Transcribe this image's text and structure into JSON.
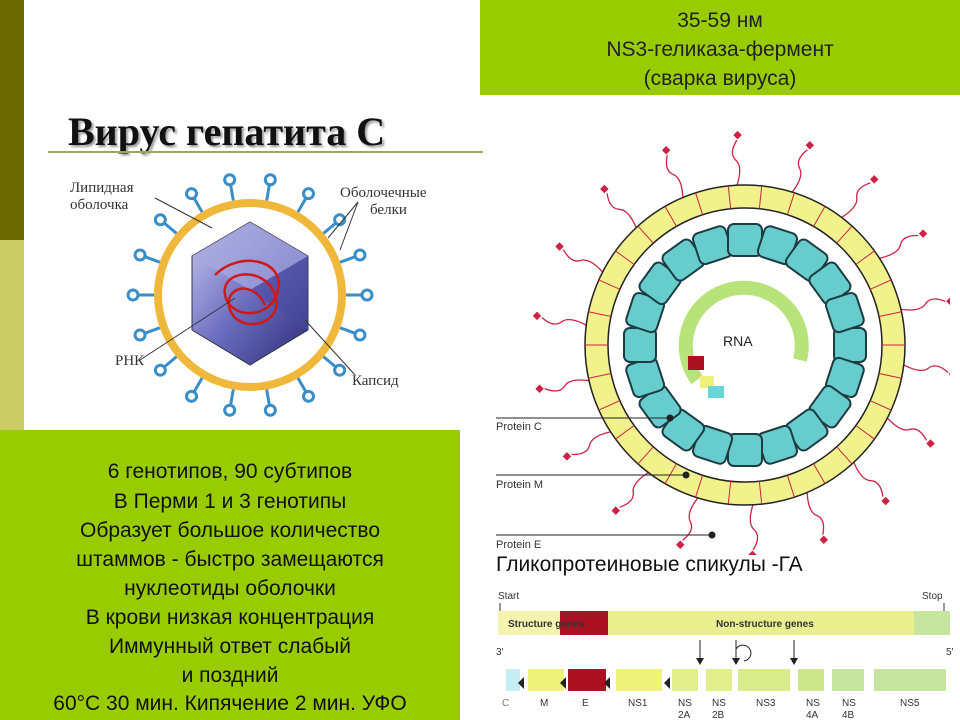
{
  "top_box": {
    "line1": "35-59 нм",
    "line2": "NS3-геликаза-фермент",
    "line3": "(сварка вируса)"
  },
  "title": "Вирус гепатита С",
  "left_diagram": {
    "label_lipid_1": "Липидная",
    "label_lipid_2": "оболочка",
    "label_proteins_1": "Оболочечные",
    "label_proteins_2": "белки",
    "label_rna": "РНК",
    "label_capsid": "Капсид"
  },
  "right_diagram": {
    "rna_label": "RNA",
    "protein_c": "Protein C",
    "protein_m": "Protein M",
    "protein_e": "Protein E"
  },
  "spikes_caption": "Гликопротеиновые спикулы -ГА",
  "genome": {
    "start": "Start",
    "stop": "Stop",
    "three_prime": "3'",
    "five_prime": "5'",
    "structure_genes": "Structure genes",
    "non_structure_genes": "Non-structure genes",
    "segments": [
      "C",
      "M",
      "E",
      "NS1",
      "NS",
      "2A",
      "NS",
      "2B",
      "NS3",
      "NS",
      "4A",
      "NS",
      "4B",
      "NS5"
    ]
  },
  "bottom_box": {
    "lines": [
      "6 генотипов, 90 субтипов",
      "В Перми 1 и 3 генотипы",
      "Образует большое количество",
      "штаммов - быстро замещаются",
      "нуклеотиды оболочки",
      "В крови низкая концентрация",
      "Иммунный ответ слабый",
      "и поздний",
      "60°С 30 мин. Кипячение 2 мин. УФО"
    ]
  },
  "colors": {
    "green_box": "#99cc00",
    "dark_bar": "#6b6b00",
    "light_bar": "#cccc66",
    "envelope_yellow": "#f2f28c",
    "capsid_cyan": "#66cccc",
    "spike_red": "#cc2244",
    "gene_red": "#aa1122",
    "gene_yellow": "#eef27a"
  }
}
